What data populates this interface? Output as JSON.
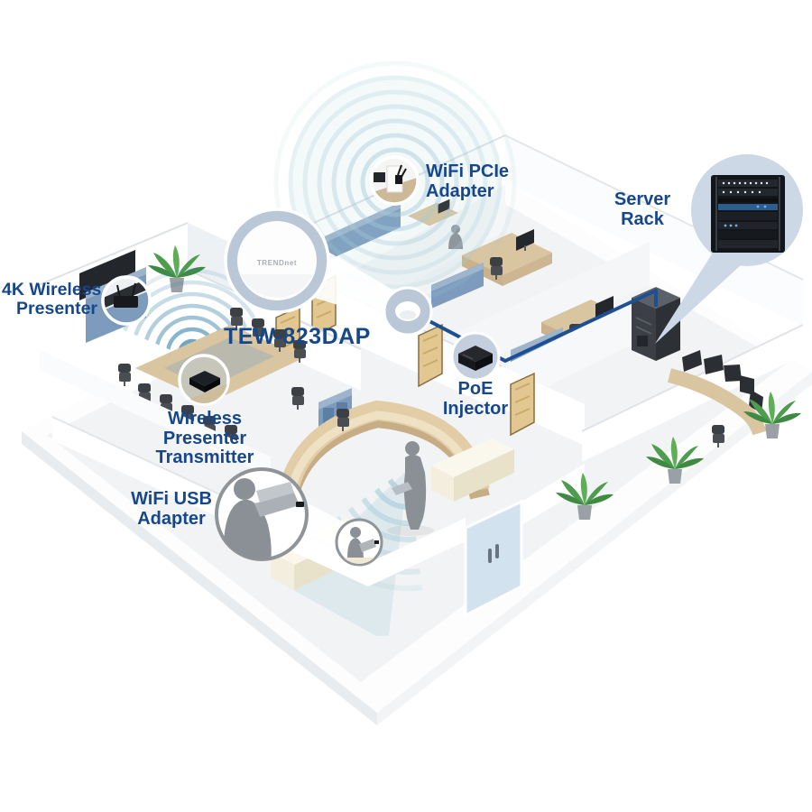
{
  "diagram": {
    "product_brand": "TRENDnet",
    "callouts": {
      "wireless_presenter_4k": {
        "label": [
          "4K Wireless",
          "Presenter"
        ]
      },
      "wifi_pcie_adapter": {
        "label": [
          "WiFi PCIe",
          "Adapter"
        ]
      },
      "server_rack": {
        "label": [
          "Server",
          "Rack"
        ]
      },
      "access_point": {
        "label": [
          "TEW-823DAP"
        ],
        "brand": "TRENDnet"
      },
      "wireless_presenter_transmitter": {
        "label": [
          "Wireless",
          "Presenter",
          "Transmitter"
        ]
      },
      "poe_injector": {
        "label": [
          "PoE",
          "Injector"
        ]
      },
      "wifi_usb_adapter": {
        "label": [
          "WiFi USB",
          "Adapter"
        ]
      }
    },
    "colors": {
      "label_text": "#17478b",
      "cable": "#1e4f93",
      "callout_ring": "#b9c7d7",
      "balloon_fill": "#ccd8e6",
      "ripple_strong": "#4187ac",
      "ripple_soft": "#a5cbd9",
      "wall": "#ffffff",
      "wall_shade": "#e6eaee",
      "floor": "#f1f3f5",
      "furniture_blue": "#7d9cbd",
      "furniture_beige": "#d9c5a0",
      "door_tan": "#e2c890",
      "couch_cream": "#f3eedd",
      "silhouette": "#8a9095",
      "plant": "#4e9c4e",
      "device_black": "#17191d"
    }
  }
}
